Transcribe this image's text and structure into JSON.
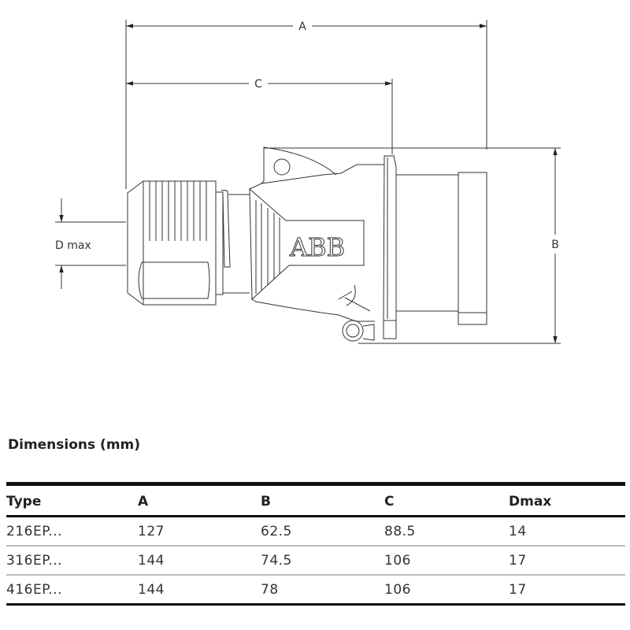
{
  "drawing": {
    "dim_a": "A",
    "dim_b": "B",
    "dim_c": "C",
    "dim_d": "D max",
    "logo_text": "ABB"
  },
  "section_title": "Dimensions (mm)",
  "table": {
    "headers": [
      "Type",
      "A",
      "B",
      "C",
      "Dmax"
    ],
    "rows": [
      [
        "216EP...",
        "127",
        "62.5",
        "88.5",
        "14"
      ],
      [
        "316EP...",
        "144",
        "74.5",
        "106",
        "17"
      ],
      [
        "416EP...",
        "144",
        "78",
        "106",
        "17"
      ]
    ]
  }
}
